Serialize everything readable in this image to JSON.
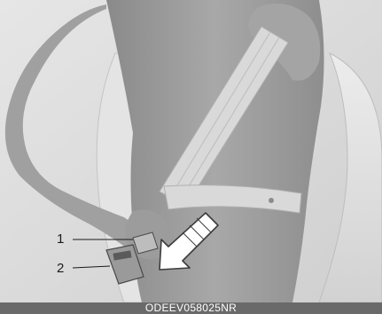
{
  "figure": {
    "callouts": [
      {
        "number": "1",
        "target": "seat-belt-tongue"
      },
      {
        "number": "2",
        "target": "seat-belt-buckle"
      }
    ],
    "image_code": "ODEEV058025NR",
    "colors": {
      "background": "#dcdcdc",
      "skin": "#9a9a9a",
      "belt": "#d9d9d9",
      "arrow": "#ffffff",
      "footer_bar": "#6a6a6a"
    }
  }
}
